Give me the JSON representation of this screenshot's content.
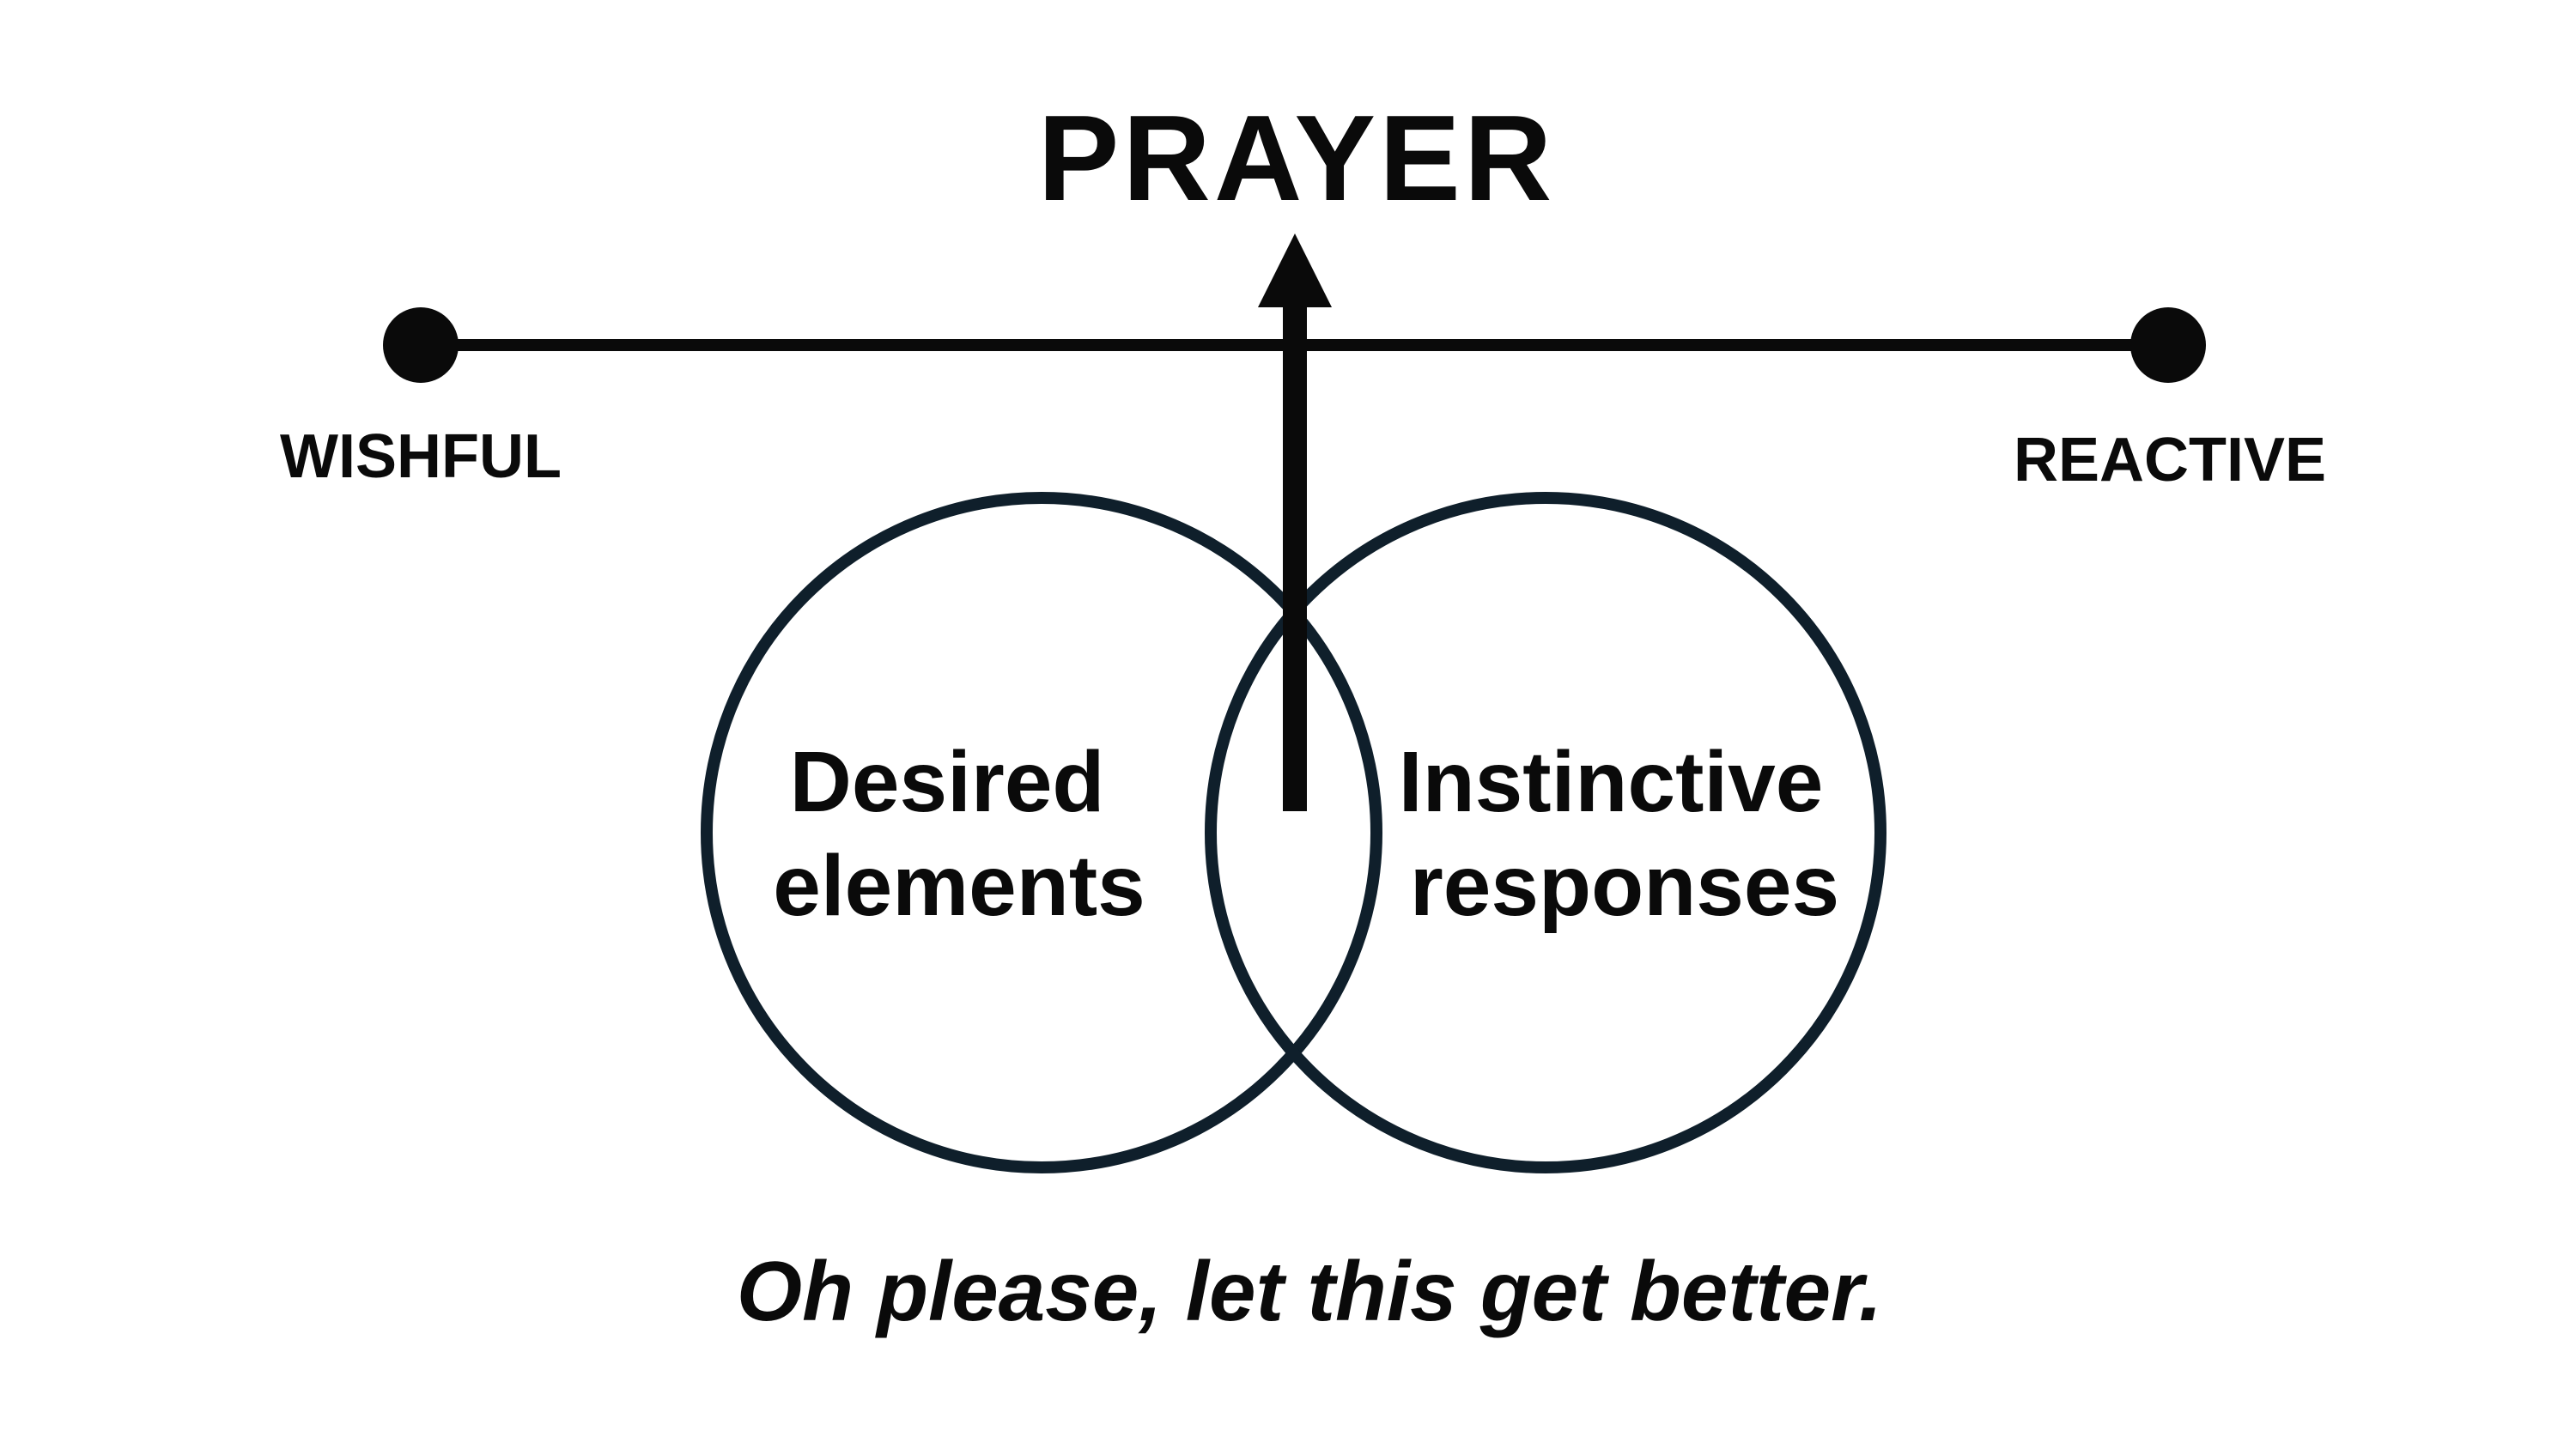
{
  "title": "PRAYER",
  "spectrum": {
    "left_label": "WISHFUL",
    "right_label": "REACTIVE"
  },
  "circles": {
    "left": {
      "line1": "Desired",
      "line2": "elements"
    },
    "right": {
      "line1": "Instinctive",
      "line2": "responses"
    }
  },
  "quote": "Oh please, let this get better.",
  "colors": {
    "ink": "#0a0a0a",
    "circle_stroke": "#0f1f2b",
    "background": "#ffffff"
  }
}
